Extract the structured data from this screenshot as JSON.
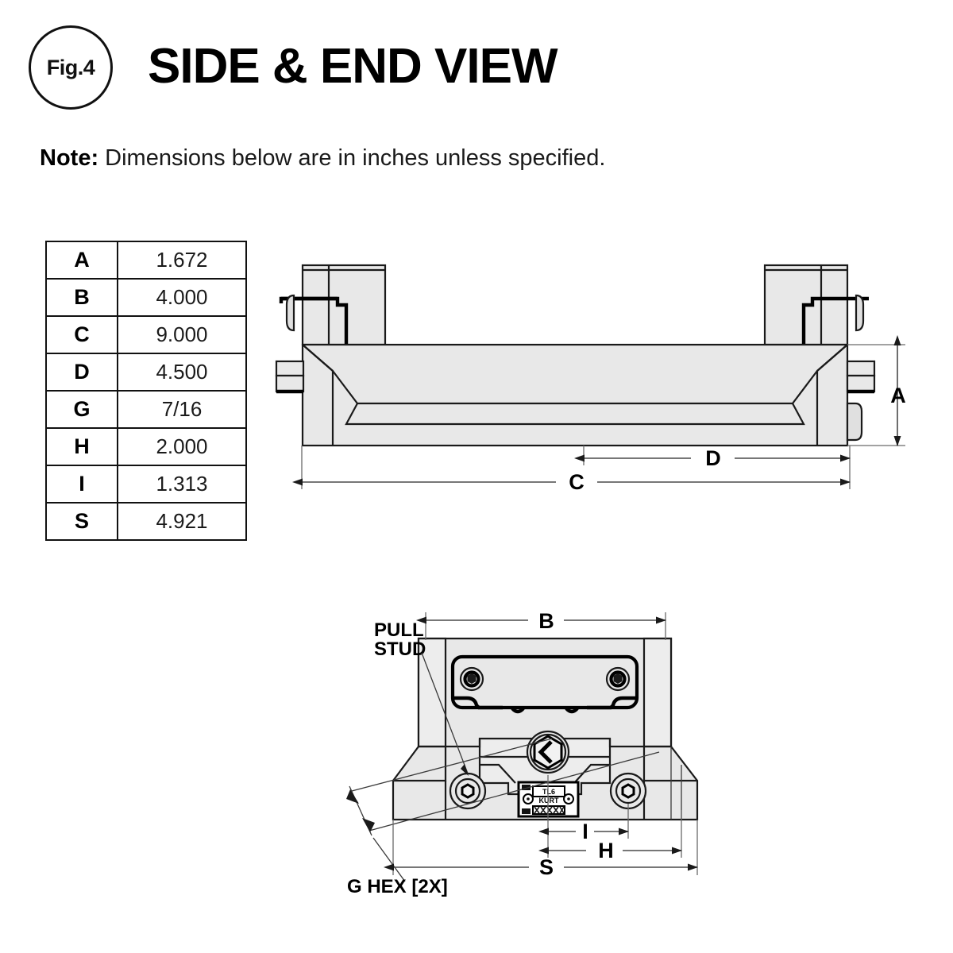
{
  "header": {
    "figure_badge": "Fig.4",
    "title": "SIDE & END VIEW"
  },
  "note": {
    "label": "Note:",
    "text": " Dimensions below are in inches unless specified."
  },
  "dimension_table": {
    "rows": [
      {
        "key": "A",
        "value": "1.672"
      },
      {
        "key": "B",
        "value": "4.000"
      },
      {
        "key": "C",
        "value": "9.000"
      },
      {
        "key": "D",
        "value": "4.500"
      },
      {
        "key": "G",
        "value": "7/16"
      },
      {
        "key": "H",
        "value": "2.000"
      },
      {
        "key": "I",
        "value": "1.313"
      },
      {
        "key": "S",
        "value": "4.921"
      }
    ]
  },
  "side_view": {
    "dimensions": {
      "a_label": "A",
      "c_label": "C",
      "d_label": "D"
    }
  },
  "end_view": {
    "dimensions": {
      "b_label": "B",
      "i_label": "I",
      "h_label": "H",
      "s_label": "S"
    },
    "callouts": {
      "pull_stud_line1": "PULL",
      "pull_stud_line2": "STUD",
      "g_hex": "G HEX [2X]"
    },
    "name_plate": {
      "line1": "TL6",
      "line2": "KURT"
    }
  },
  "colors": {
    "outline": "#1a1a1a",
    "face_fill": "#e8e8e8",
    "dimension_line": "#4a4a4a",
    "text": "#000000"
  }
}
